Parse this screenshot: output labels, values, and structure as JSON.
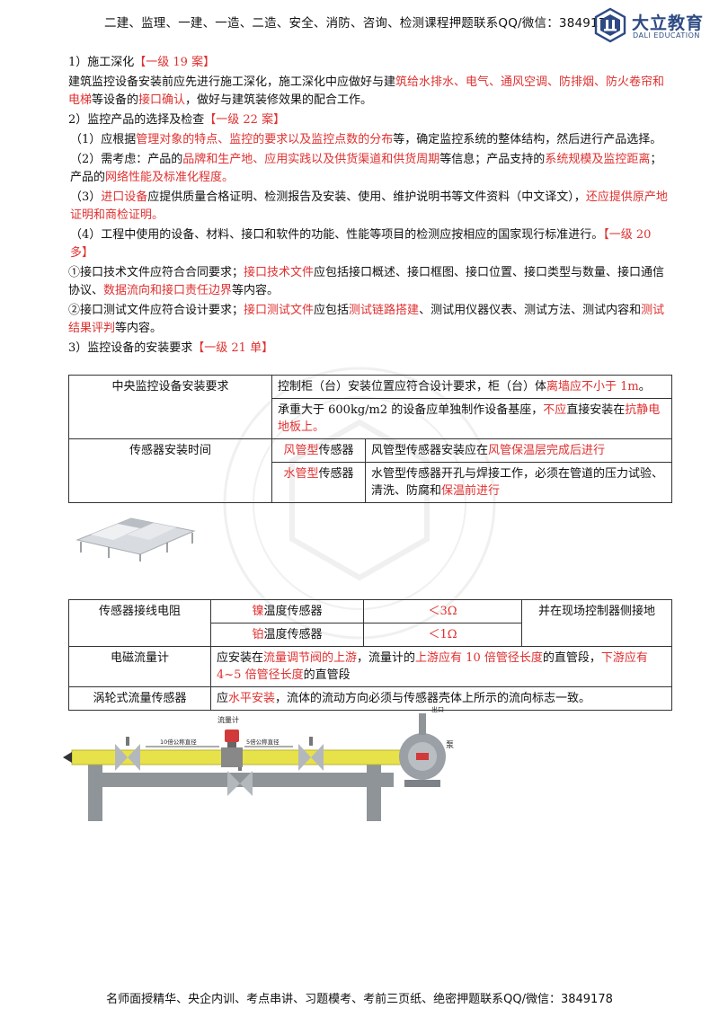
{
  "header": {
    "top_text": "二建、监理、一建、一造、二造、安全、消防、咨询、检测课程押题联系QQ/微信：3849178",
    "logo_cn": "大立教育",
    "logo_en": "DALI EDUCATION"
  },
  "section1": {
    "title": "1）施工深化",
    "tag": "【一级 19 案】",
    "p1_a": "建筑监控设备安装前应先进行施工深化，施工深化中应做好与建",
    "p1_b": "筑给水排水、电气、通风空调、防排烟、防火卷帘和电梯",
    "p1_c": "等设备的",
    "p1_d": "接口确认",
    "p1_e": "，做好与建筑装修效果的配合工作。"
  },
  "section2": {
    "title": "2）监控产品的选择及检查",
    "tag": "【一级 22 案】",
    "i1_a": "（1）应根据",
    "i1_b": "管理对象的特点、监控的要求以及监控点数的分布",
    "i1_c": "等，确定监控系统的整体结构，然后进行产品选择。",
    "i2_a": "（2）需考虑：产品的",
    "i2_b": "品牌和生产地、应用实践以及供货渠道和供货周期",
    "i2_c": "等信息；产品支持的",
    "i2_d": "系统规模及监控距离",
    "i2_e": "；产品的",
    "i2_f": "网络性能及标准化程度。",
    "i3_a": "（3）",
    "i3_b": "进口设备",
    "i3_c": "应提供质量合格证明、检测报告及安装、使用、维护说明书等文件资料（中文译文），",
    "i3_d": "还应提供原产地证明和商检证明。",
    "i4_a": "（4）工程中使用的设备、材料、接口和软件的功能、性能等项目的检测应按相应的国家现行标准进行。",
    "i4_b": "【一级 20 多】",
    "c1_a": "①接口技术文件应符合合同要求；",
    "c1_b": "接口技术文件",
    "c1_c": "应包括接口概述、接口框图、接口位置、接口类型与数量、接口通信协议、",
    "c1_d": "数据流向和接口责任边界",
    "c1_e": "等内容。",
    "c2_a": "②接口测试文件应符合设计要求；",
    "c2_b": "接口测试文件",
    "c2_c": "应包括",
    "c2_d": "测试链路搭建",
    "c2_e": "、测试用仪器仪表、测试方法、测试内容和",
    "c2_f": "测试结果评判",
    "c2_g": "等内容。"
  },
  "section3": {
    "title": "3）监控设备的安装要求",
    "tag": "【一级 21 单】"
  },
  "table1": {
    "r1_label": "中央监控设备安装要求",
    "r1_a1": "控制柜（台）安装位置应符合设计要求，柜（台）体",
    "r1_a2": "离墙应不小于 1m",
    "r1_a3": "。",
    "r1_b1": "承重大于 600kg/m2 的设备应单独制作设备基座，",
    "r1_b2": "不应",
    "r1_b3": "直接安装在",
    "r1_b4": "抗静电地板上。",
    "r2_label": "传感器安装时间",
    "r2_a_type_r": "风管型",
    "r2_a_type": "传感器",
    "r2_a_desc1": "风管型传感器安装应在",
    "r2_a_desc2": "风管保温层完成后进行",
    "r2_b_type_r": "水管型",
    "r2_b_type": "传感器",
    "r2_b_desc1": "水管型传感器开孔与焊接工作，必须在管道的压力试验、清洗、防腐和",
    "r2_b_desc2": "保温前进行"
  },
  "table2": {
    "r1_label": "传感器接线电阻",
    "r1_a_r": "镍",
    "r1_a": "温度传感器",
    "r1_a_val": "＜3Ω",
    "r1_b_r": "铂",
    "r1_b": "温度传感器",
    "r1_b_val": "＜1Ω",
    "r1_note": "并在现场控制器侧接地",
    "r2_label": "电磁流量计",
    "r2_a": "应安装在",
    "r2_b": "流量调节阀的上游",
    "r2_c": "，流量计的",
    "r2_d": "上游应有 10 倍管径长度",
    "r2_e": "的直管段，",
    "r2_f": "下游应有 4~5 倍管径长度",
    "r2_g": "的直管段",
    "r3_label": "涡轮式流量传感器",
    "r3_a": "应",
    "r3_b": "水平安装",
    "r3_c": "，流体的流动方向必须与传感器壳体上所示的流向标志一致。"
  },
  "diagram": {
    "meter_label": "流量计",
    "up_label": "10倍公称直径",
    "down_label": "5倍公称直径",
    "pump_label": "泵",
    "outlet_label": "出口"
  },
  "footer": {
    "text": "名师面授精华、央企内训、考点串讲、习题模考、考前三页纸、绝密押题联系QQ/微信：3849178"
  },
  "colors": {
    "accent_red": "#e03030",
    "brand_blue": "#2d4a82",
    "pipe_yellow": "#e8e24a",
    "pipe_gray": "#8f9499"
  }
}
